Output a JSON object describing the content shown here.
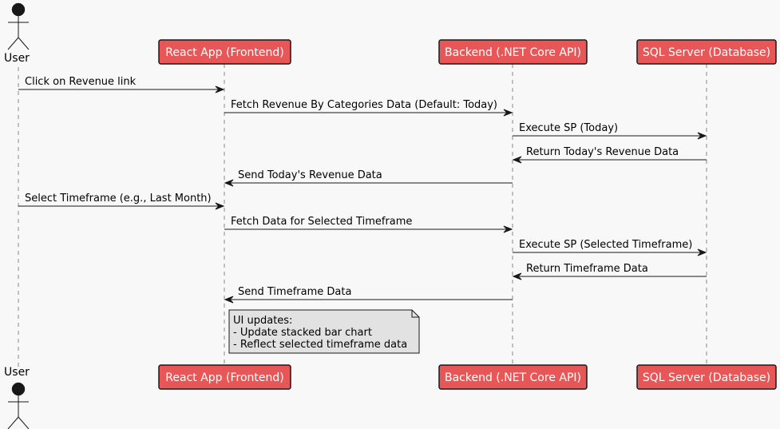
{
  "theme": {
    "background": "#f8f8f8",
    "participant_fill": "#e85757",
    "participant_text": "#ffffff",
    "line_color": "#181818",
    "note_fill": "#e2e2e2"
  },
  "participants": [
    {
      "id": "user",
      "label": "User",
      "kind": "actor",
      "icon": "stick-figure-icon"
    },
    {
      "id": "react",
      "label": "React App (Frontend)",
      "kind": "box"
    },
    {
      "id": "backend",
      "label": "Backend (.NET Core API)",
      "kind": "box"
    },
    {
      "id": "sql",
      "label": "SQL Server (Database)",
      "kind": "box"
    }
  ],
  "messages": [
    {
      "from": "user",
      "to": "react",
      "label": "Click on Revenue link"
    },
    {
      "from": "react",
      "to": "backend",
      "label": "Fetch Revenue By Categories Data (Default: Today)"
    },
    {
      "from": "backend",
      "to": "sql",
      "label": "Execute SP (Today)"
    },
    {
      "from": "sql",
      "to": "backend",
      "label": "Return Today's Revenue Data"
    },
    {
      "from": "backend",
      "to": "react",
      "label": "Send Today's Revenue Data"
    },
    {
      "from": "user",
      "to": "react",
      "label": "Select Timeframe (e.g., Last Month)"
    },
    {
      "from": "react",
      "to": "backend",
      "label": "Fetch Data for Selected Timeframe"
    },
    {
      "from": "backend",
      "to": "sql",
      "label": "Execute SP (Selected Timeframe)"
    },
    {
      "from": "sql",
      "to": "backend",
      "label": "Return Timeframe Data"
    },
    {
      "from": "backend",
      "to": "react",
      "label": "Send Timeframe Data"
    }
  ],
  "note": {
    "over": "react",
    "lines": [
      "UI updates:",
      "- Update stacked bar chart",
      "- Reflect selected timeframe data"
    ]
  }
}
